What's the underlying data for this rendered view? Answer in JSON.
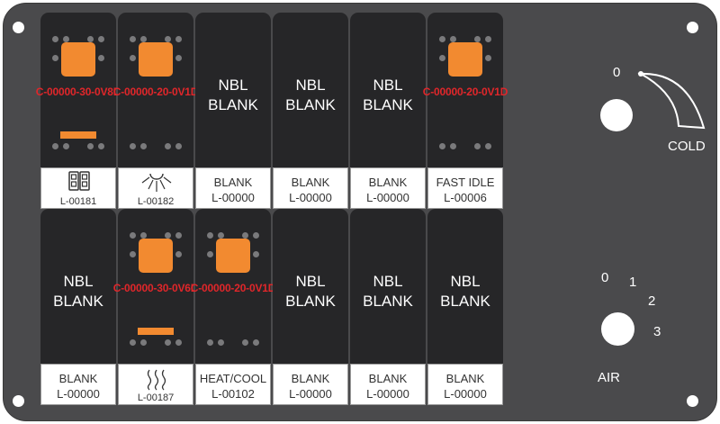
{
  "top_row": [
    {
      "type": "switch",
      "part": "C-00000-30-0V8D",
      "indicator": true,
      "label_icon": "dual-lamp-icon",
      "code": "L-00181"
    },
    {
      "type": "switch",
      "part": "C-00000-20-0V1D",
      "indicator": false,
      "label_icon": "light-icon",
      "code": "L-00182"
    },
    {
      "type": "blank",
      "title1": "NBL",
      "title2": "BLANK",
      "label1": "BLANK",
      "label2": "L-00000"
    },
    {
      "type": "blank",
      "title1": "NBL",
      "title2": "BLANK",
      "label1": "BLANK",
      "label2": "L-00000"
    },
    {
      "type": "blank",
      "title1": "NBL",
      "title2": "BLANK",
      "label1": "BLANK",
      "label2": "L-00000"
    },
    {
      "type": "switch",
      "part": "C-00000-20-0V1D",
      "indicator": false,
      "label1": "FAST IDLE",
      "label2": "L-00006"
    }
  ],
  "bottom_row": [
    {
      "type": "blank",
      "title1": "NBL",
      "title2": "BLANK",
      "label1": "BLANK",
      "label2": "L-00000"
    },
    {
      "type": "switch",
      "part": "C-00000-30-0V6D",
      "indicator": true,
      "label_icon": "heat-waves-icon",
      "code": "L-00187"
    },
    {
      "type": "switch",
      "part": "C-00000-20-0V1D",
      "indicator": false,
      "label1": "HEAT/COOL",
      "label2": "L-00102"
    },
    {
      "type": "blank",
      "title1": "NBL",
      "title2": "BLANK",
      "label1": "BLANK",
      "label2": "L-00000"
    },
    {
      "type": "blank",
      "title1": "NBL",
      "title2": "BLANK",
      "label1": "BLANK",
      "label2": "L-00000"
    },
    {
      "type": "blank",
      "title1": "NBL",
      "title2": "BLANK",
      "label1": "BLANK",
      "label2": "L-00000"
    }
  ],
  "temp_control": {
    "zero": "0",
    "cold": "COLD"
  },
  "air_control": {
    "levels": [
      "0",
      "1",
      "2",
      "3"
    ],
    "label": "AIR"
  },
  "colors": {
    "panel": "#4a4a4c",
    "switch": "#262628",
    "pad": "#f28a30",
    "part_text": "#e0262a",
    "dot": "#7a7a7c"
  }
}
